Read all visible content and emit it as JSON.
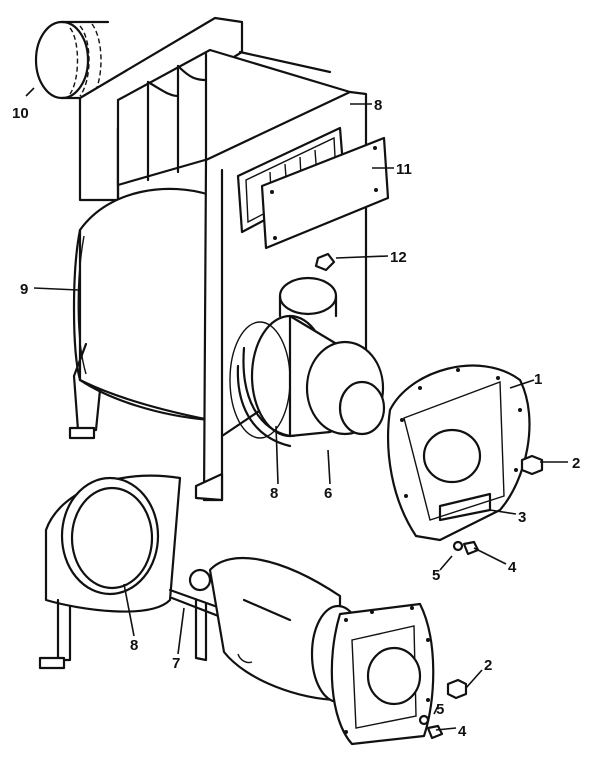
{
  "callouts": {
    "c1": "1",
    "c2_upper": "2",
    "c2_lower": "2",
    "c3": "3",
    "c4_upper": "4",
    "c4_lower": "4",
    "c5_upper": "5",
    "c5_lower": "5",
    "c6": "6",
    "c7": "7",
    "c8_top": "8",
    "c8_middle": "8",
    "c8_lower": "8",
    "c9": "9",
    "c10": "10",
    "c11": "11",
    "c12": "12"
  }
}
